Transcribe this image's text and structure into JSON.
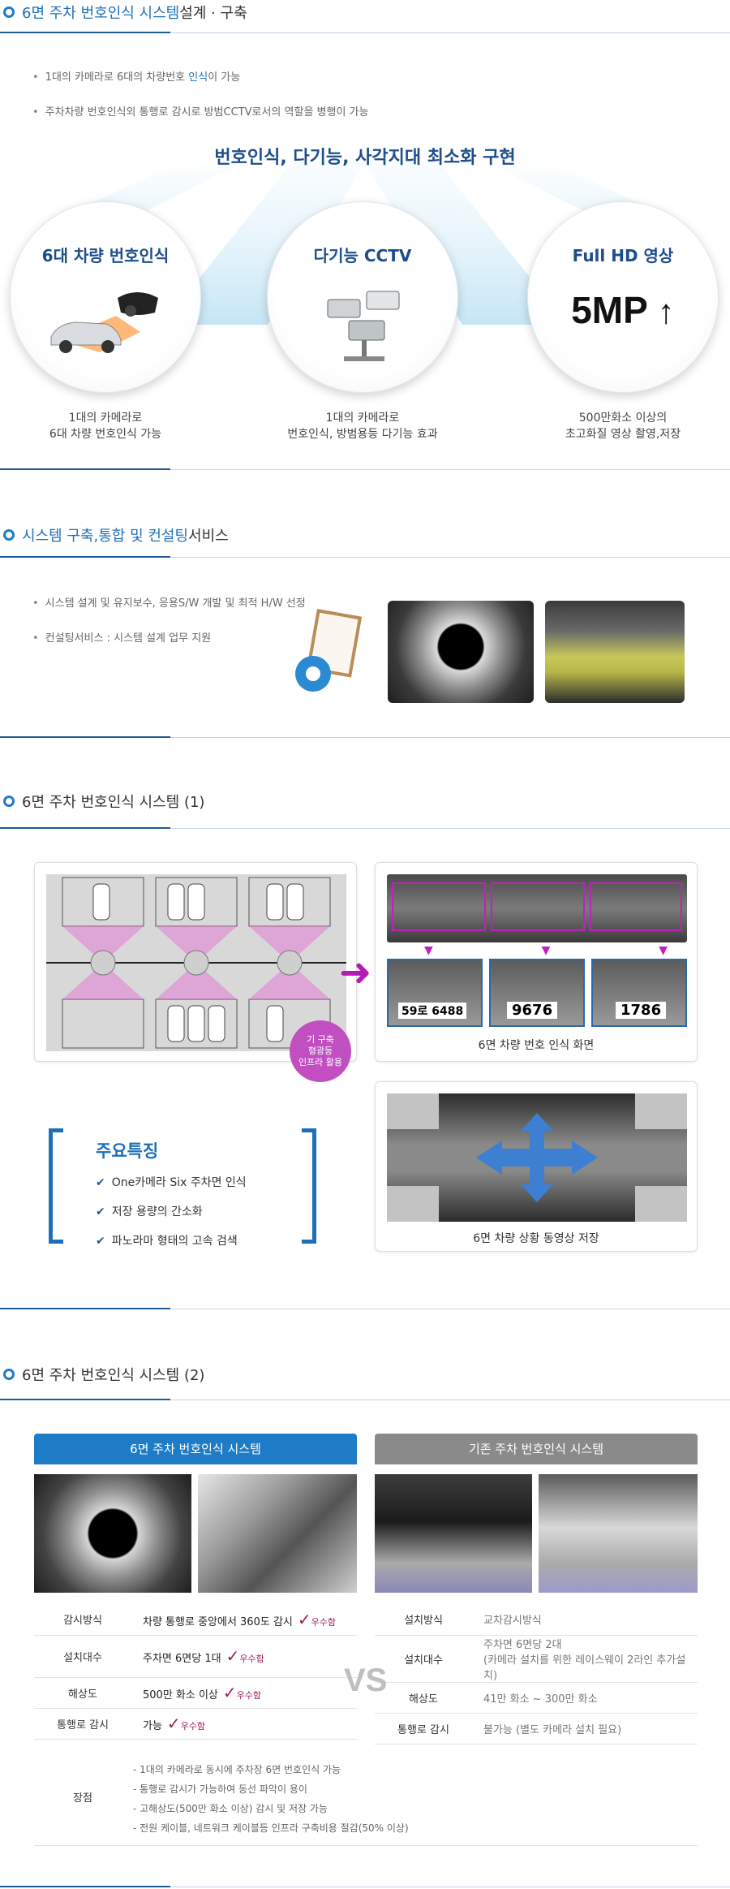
{
  "s1": {
    "title_blue": "6면 주차 번호인식 시스템",
    "title_dark": " 설계 · 구축",
    "bullet1_pre": "1대의 카메라로 6대의 차량번호 ",
    "bullet1_hl": "인식",
    "bullet1_post": "이 가능",
    "bullet2": "주차차량 번호인식외 통행로 감시로 방범CCTV로서의 역할을 병행이 가능",
    "headline": "번호인식, 다기능, 사각지대 최소화 구현",
    "circles": [
      {
        "title": "6대 차량 번호인식",
        "cap1": "1대의 카메라로",
        "cap2": "6대 차량 번호인식 가능"
      },
      {
        "title": "다기능 CCTV",
        "cap1": "1대의 카메라로",
        "cap2": "번호인식, 방범용등 다기능 효과"
      },
      {
        "title": "Full HD 영상",
        "badge": "5MP",
        "arrow": "↑",
        "cap1": "500만화소 이상의",
        "cap2": "초고화질 영상 촬영,저장"
      }
    ]
  },
  "s2": {
    "title_blue": "시스템 구축,통합 및 컨설팅",
    "title_dark": " 서비스",
    "bullet1": "시스템 설계 및 유지보수, 응용S/W 개발 및 최적 H/W 선정",
    "bullet2": "컨설팅서비스 : 시스템 설계 업무 지원"
  },
  "s3": {
    "title": "6면 주차 번호인식 시스템 (1)",
    "badge_l1": "기 구축",
    "badge_l2": "형광등",
    "badge_l3": "인프라 활용",
    "plates": [
      "59로 6488",
      "9676",
      "1786"
    ],
    "cap_recognition": "6면 차량 번호 인식 화면",
    "features_title": "주요특징",
    "features": [
      "One카메라 Six 주차면 인식",
      "저장 용량의 간소화",
      "파노라마 형태의 고속 검색"
    ],
    "cap_video": "6면 차량 상황 동영상 저장"
  },
  "s4": {
    "title": "6면 주차 번호인식 시스템 (2)",
    "left_header": "6면 주차 번호인식 시스템",
    "right_header": "기존 주차 번호인식 시스템",
    "vs": "VS",
    "check_label": "우수함",
    "rows": [
      {
        "label": "감시방식",
        "value": "차량 통행로 중앙에서 360도 감시",
        "label2": "설치방식",
        "value2": "교차감시방식"
      },
      {
        "label": "설치대수",
        "value": "주차면 6면당 1대",
        "label2": "설치대수",
        "value2": "주차면 6면당 2대",
        "value2b": "(카메라 설치를 위한 레이스웨이 2라인 추가설치)"
      },
      {
        "label": "해상도",
        "value": "500만 화소 이상",
        "label2": "해상도",
        "value2": "41만 화소 ~ 300만 화소"
      },
      {
        "label": "통행로 감시",
        "value": "가능",
        "label2": "통행로 감시",
        "value2": "불가능 (별도 카메라 설치 필요)"
      }
    ],
    "merit_label": "장점",
    "merits": [
      "- 1대의 카메라로 동시에 주차장 6면 번호인식 가능",
      "- 통행로 감시가 가능하여 동선 파악이 용이",
      "- 고해상도(500만 화소 이상) 감시 및 저장 가능",
      "- 전원 케이블, 네트워크 케이블등 인프라 구축비용 절감(50% 이상)"
    ]
  }
}
